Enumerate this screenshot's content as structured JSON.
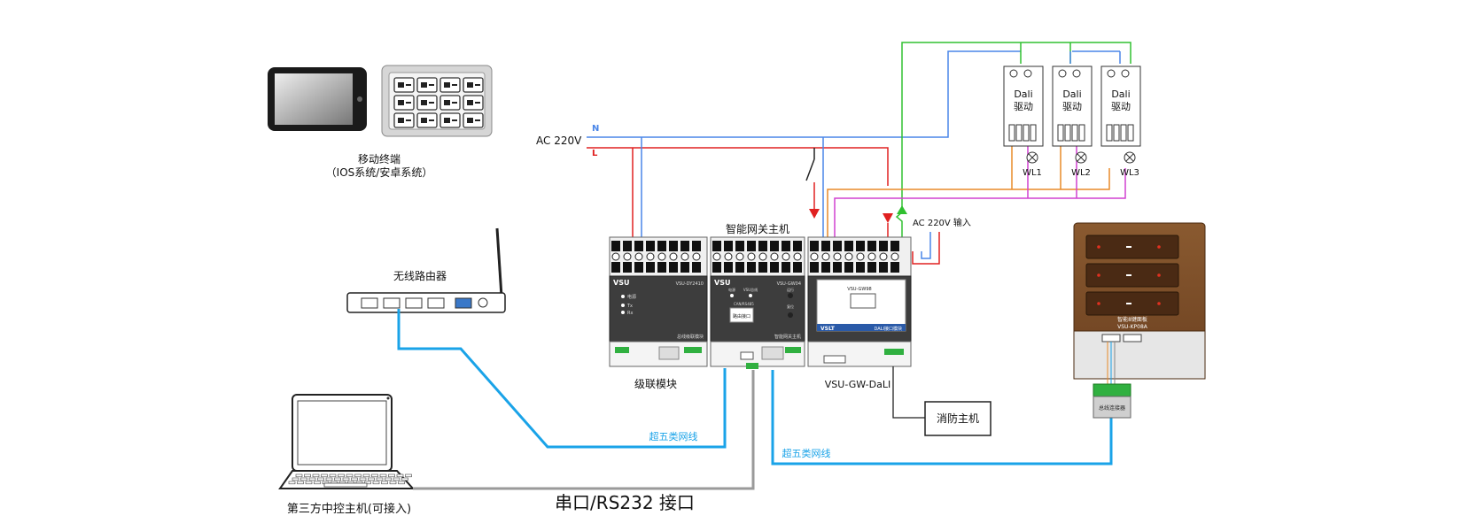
{
  "labels": {
    "mobile_terminal": "移动终端",
    "mobile_os": "（IOS系统/安卓系统）",
    "router": "无线路由器",
    "third_party": "第三方中控主机(可接入)",
    "serial_port": "串口/RS232 接口",
    "gateway_host": "智能网关主机",
    "cascade_module": "级联模块",
    "dali_module": "VSU-GW-DaLI",
    "fire_host": "消防主机",
    "cat5_1": "超五类网线",
    "cat5_2": "超五类网线",
    "ac_in": "AC 220V",
    "n": "N",
    "l": "L",
    "ac_input": "AC 220V 输入",
    "dali": "Dali",
    "driver": "驱动",
    "wl1": "WL1",
    "wl2": "WL2",
    "wl3": "WL3",
    "panel_name": "智能8键面板",
    "panel_model": "VSU-KP08A",
    "bus_connector": "总线连接器"
  },
  "modules": {
    "m1_brand": "VSU",
    "m1_model": "VSU-DY2410",
    "m1_status": "电源",
    "m1_tx": "Tx",
    "m1_rx": "Rx",
    "m1_caption": "总线级联模块",
    "m2_brand": "VSU",
    "m2_model": "VSU-GW04",
    "m2_power": "电源",
    "m2_vsubus": "VSU总线",
    "m2_run": "运行",
    "m2_reset": "复位",
    "m2_port_label": "CAN/RS485",
    "m2_screen": "路由接口",
    "m2_caption": "智能网关主机",
    "m3_model": "VSU-GW98",
    "m3_brand": "VSLT",
    "m3_caption": "DALI接口模块"
  },
  "colors": {
    "neutral": "#4a86e8",
    "live": "#e02020",
    "network": "#1aa3e8",
    "serial": "#9a9a9a",
    "green": "#30c030",
    "orange": "#e88a28",
    "magenta": "#d040d0"
  }
}
